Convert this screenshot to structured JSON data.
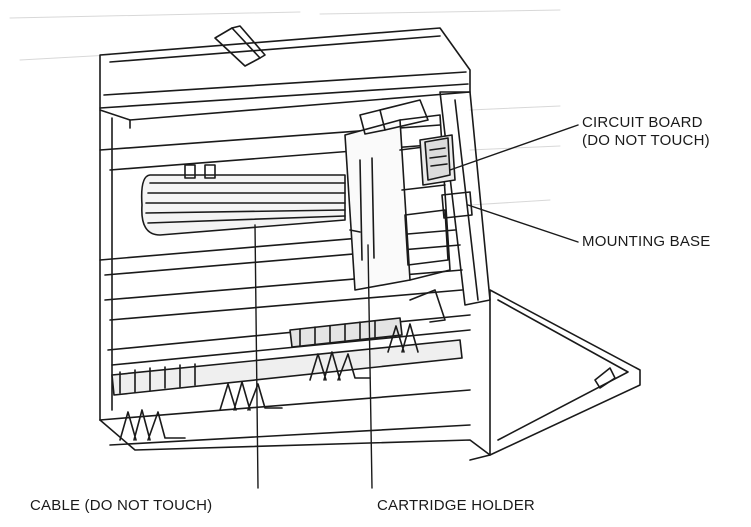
{
  "labels": {
    "circuit_board_line1": "CIRCUIT BOARD",
    "circuit_board_line2": "(DO NOT TOUCH)",
    "mounting_base": "MOUNTING BASE",
    "cable": "CABLE (DO NOT TOUCH)",
    "cartridge_holder": "CARTRIDGE HOLDER"
  },
  "colors": {
    "ink": "#1a1a1a",
    "paper": "#ffffff",
    "shade": "#8a8a8a"
  }
}
